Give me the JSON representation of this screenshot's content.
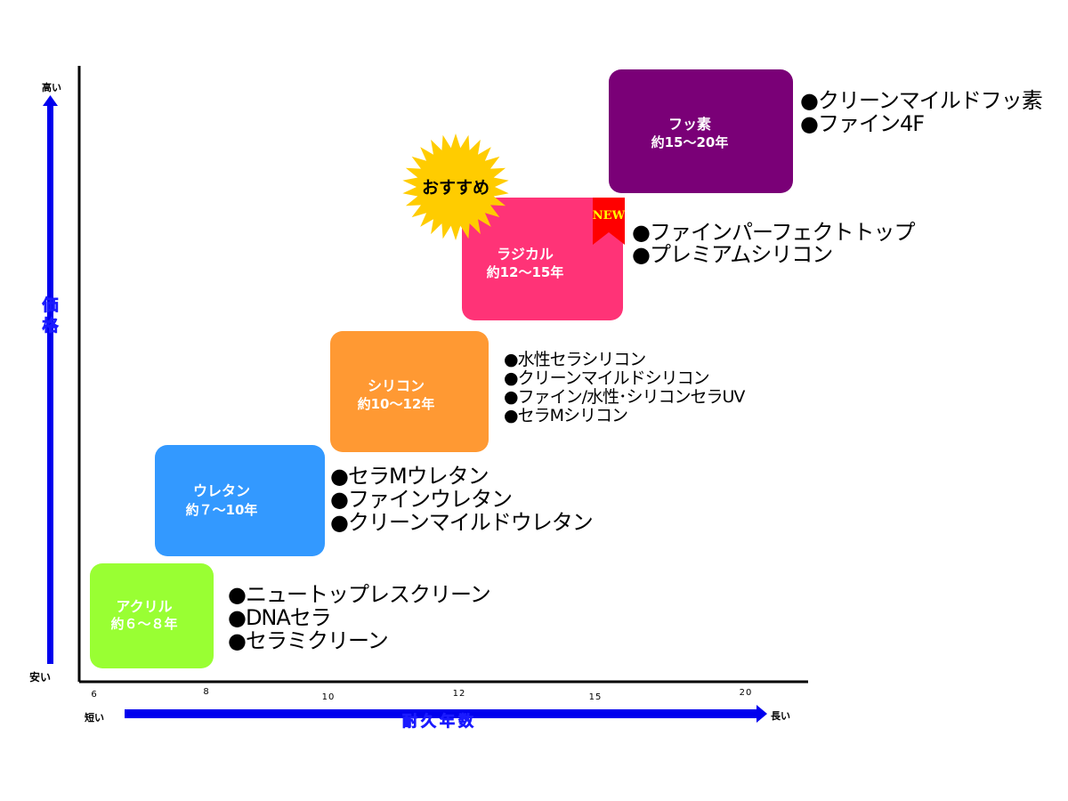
{
  "chart_data": {
    "type": "bar",
    "axis": {
      "y_label": "価格",
      "y_top": "高い",
      "y_bottom": "安い",
      "x_label": "耐久年数",
      "x_left": "短い",
      "x_right": "長い",
      "x_ticks": [
        "6",
        "8",
        "10",
        "12",
        "15",
        "20"
      ]
    },
    "categories": [
      {
        "name": "アクリル",
        "years_label": "約６～８年",
        "years_min": 6,
        "years_max": 8,
        "price_rank": 1,
        "color": "#99ff33",
        "products": [
          "●ニュートップレスクリーン",
          "●DNAセラ",
          "●セラミクリーン"
        ]
      },
      {
        "name": "ウレタン",
        "years_label": "約７～10年",
        "years_min": 7,
        "years_max": 10,
        "price_rank": 2,
        "color": "#3399ff",
        "products": [
          "●セラMウレタン",
          "●ファインウレタン",
          "●クリーンマイルドウレタン"
        ]
      },
      {
        "name": "シリコン",
        "years_label": "約10～12年",
        "years_min": 10,
        "years_max": 12,
        "price_rank": 3,
        "color": "#ff9933",
        "products": [
          "●水性セラシリコン",
          "●クリーンマイルドシリコン",
          "●ファイン/水性･シリコンセラUV",
          "●セラMシリコン"
        ]
      },
      {
        "name": "ラジカル",
        "years_label": "約12～15年",
        "years_min": 12,
        "years_max": 15,
        "price_rank": 4,
        "color": "#ff3377",
        "products": [
          "●ファインパーフェクトトップ",
          "●プレミアムシリコン"
        ]
      },
      {
        "name": "フッ素",
        "years_label": "約15～20年",
        "years_min": 15,
        "years_max": 20,
        "price_rank": 5,
        "color": "#7a0077",
        "products": [
          "●クリーンマイルドフッ素",
          "●ファイン4F"
        ]
      }
    ],
    "badges": {
      "recommend": "おすすめ",
      "new": "NEW"
    },
    "colors": {
      "axis_arrow": "#0000ee",
      "starburst": "#ffcc00",
      "new_ribbon": "#ff0000",
      "new_text": "#ffff00"
    }
  }
}
